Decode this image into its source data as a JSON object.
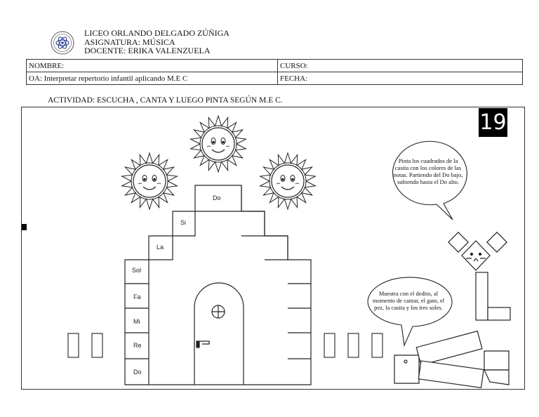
{
  "header": {
    "school": "LICEO ORLANDO DELGADO ZÚÑIGA",
    "subject": "ASIGNATURA: MÚSICA",
    "teacher": "DOCENTE: ERIKA VALENZUELA"
  },
  "form": {
    "name_label": "NOMBRE:",
    "course_label": "CURSO:",
    "objective": "OA: Interpretar repertorio infantil aplicando M.E C",
    "date_label": "FECHA:"
  },
  "activity": "ACTIVIDAD: ESCUCHA , CANTA Y LUEGO PINTA SEGÚN M.E C.",
  "page_number": "19",
  "notes": {
    "colors": "Pinta los cuadrados de la casita con los colores de las notas. Partiendo del Do bajo, subiendo hasta el Do alto.",
    "point": "Muestra con el dedito, al momento de cantar, el gato, el pez, la casita y los tres soles."
  },
  "notes_scale": [
    "Do",
    "Re",
    "Mi",
    "Fa",
    "Sol",
    "La",
    "Si",
    "Do"
  ],
  "icons": {
    "logo": "school-seal-icon",
    "sun": "smiling-sun-icon",
    "cat": "cat-icon",
    "fish": "fish-icon"
  }
}
